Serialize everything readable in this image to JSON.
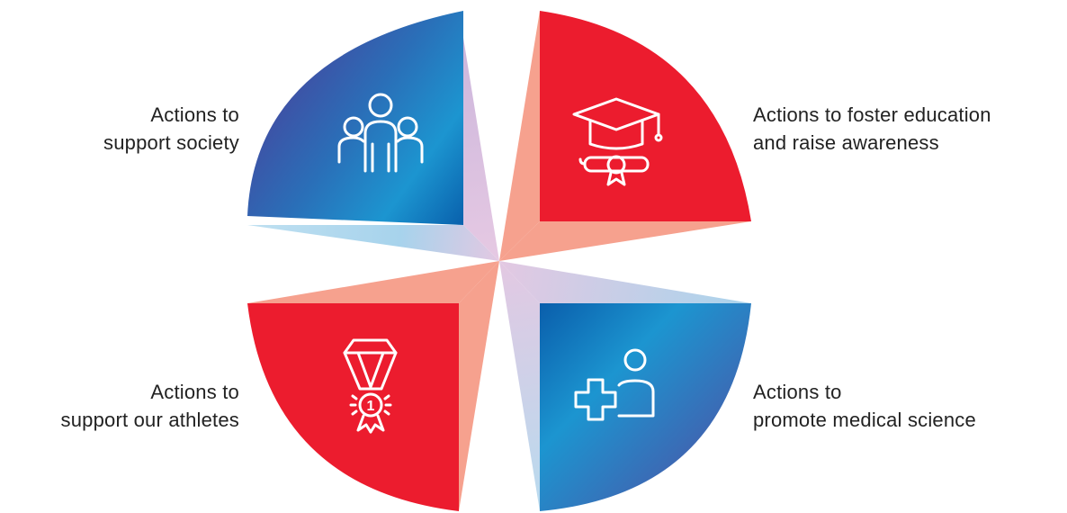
{
  "quadrants": [
    {
      "id": "society",
      "position": "top-left",
      "line1": "Actions to",
      "line2": "support society",
      "icon": "people-group-icon"
    },
    {
      "id": "education",
      "position": "top-right",
      "line1": "Actions to foster education",
      "line2": "and raise awareness",
      "icon": "graduation-cap-diploma-icon"
    },
    {
      "id": "athletes",
      "position": "bottom-left",
      "line1": "Actions to",
      "line2": "support our athletes",
      "icon": "medal-icon"
    },
    {
      "id": "medical",
      "position": "bottom-right",
      "line1": "Actions to",
      "line2": "promote medical science",
      "icon": "medical-person-plus-icon"
    }
  ],
  "medal_number": "1",
  "colors": {
    "red": "#ec1c2e",
    "blue": "#0a6fb8",
    "blue_light": "#1c95d0",
    "purple": "#5d3f96",
    "salmon": "#f6a18e",
    "lavender": "#e3c8e2",
    "light_blue": "#a9d4ec"
  }
}
